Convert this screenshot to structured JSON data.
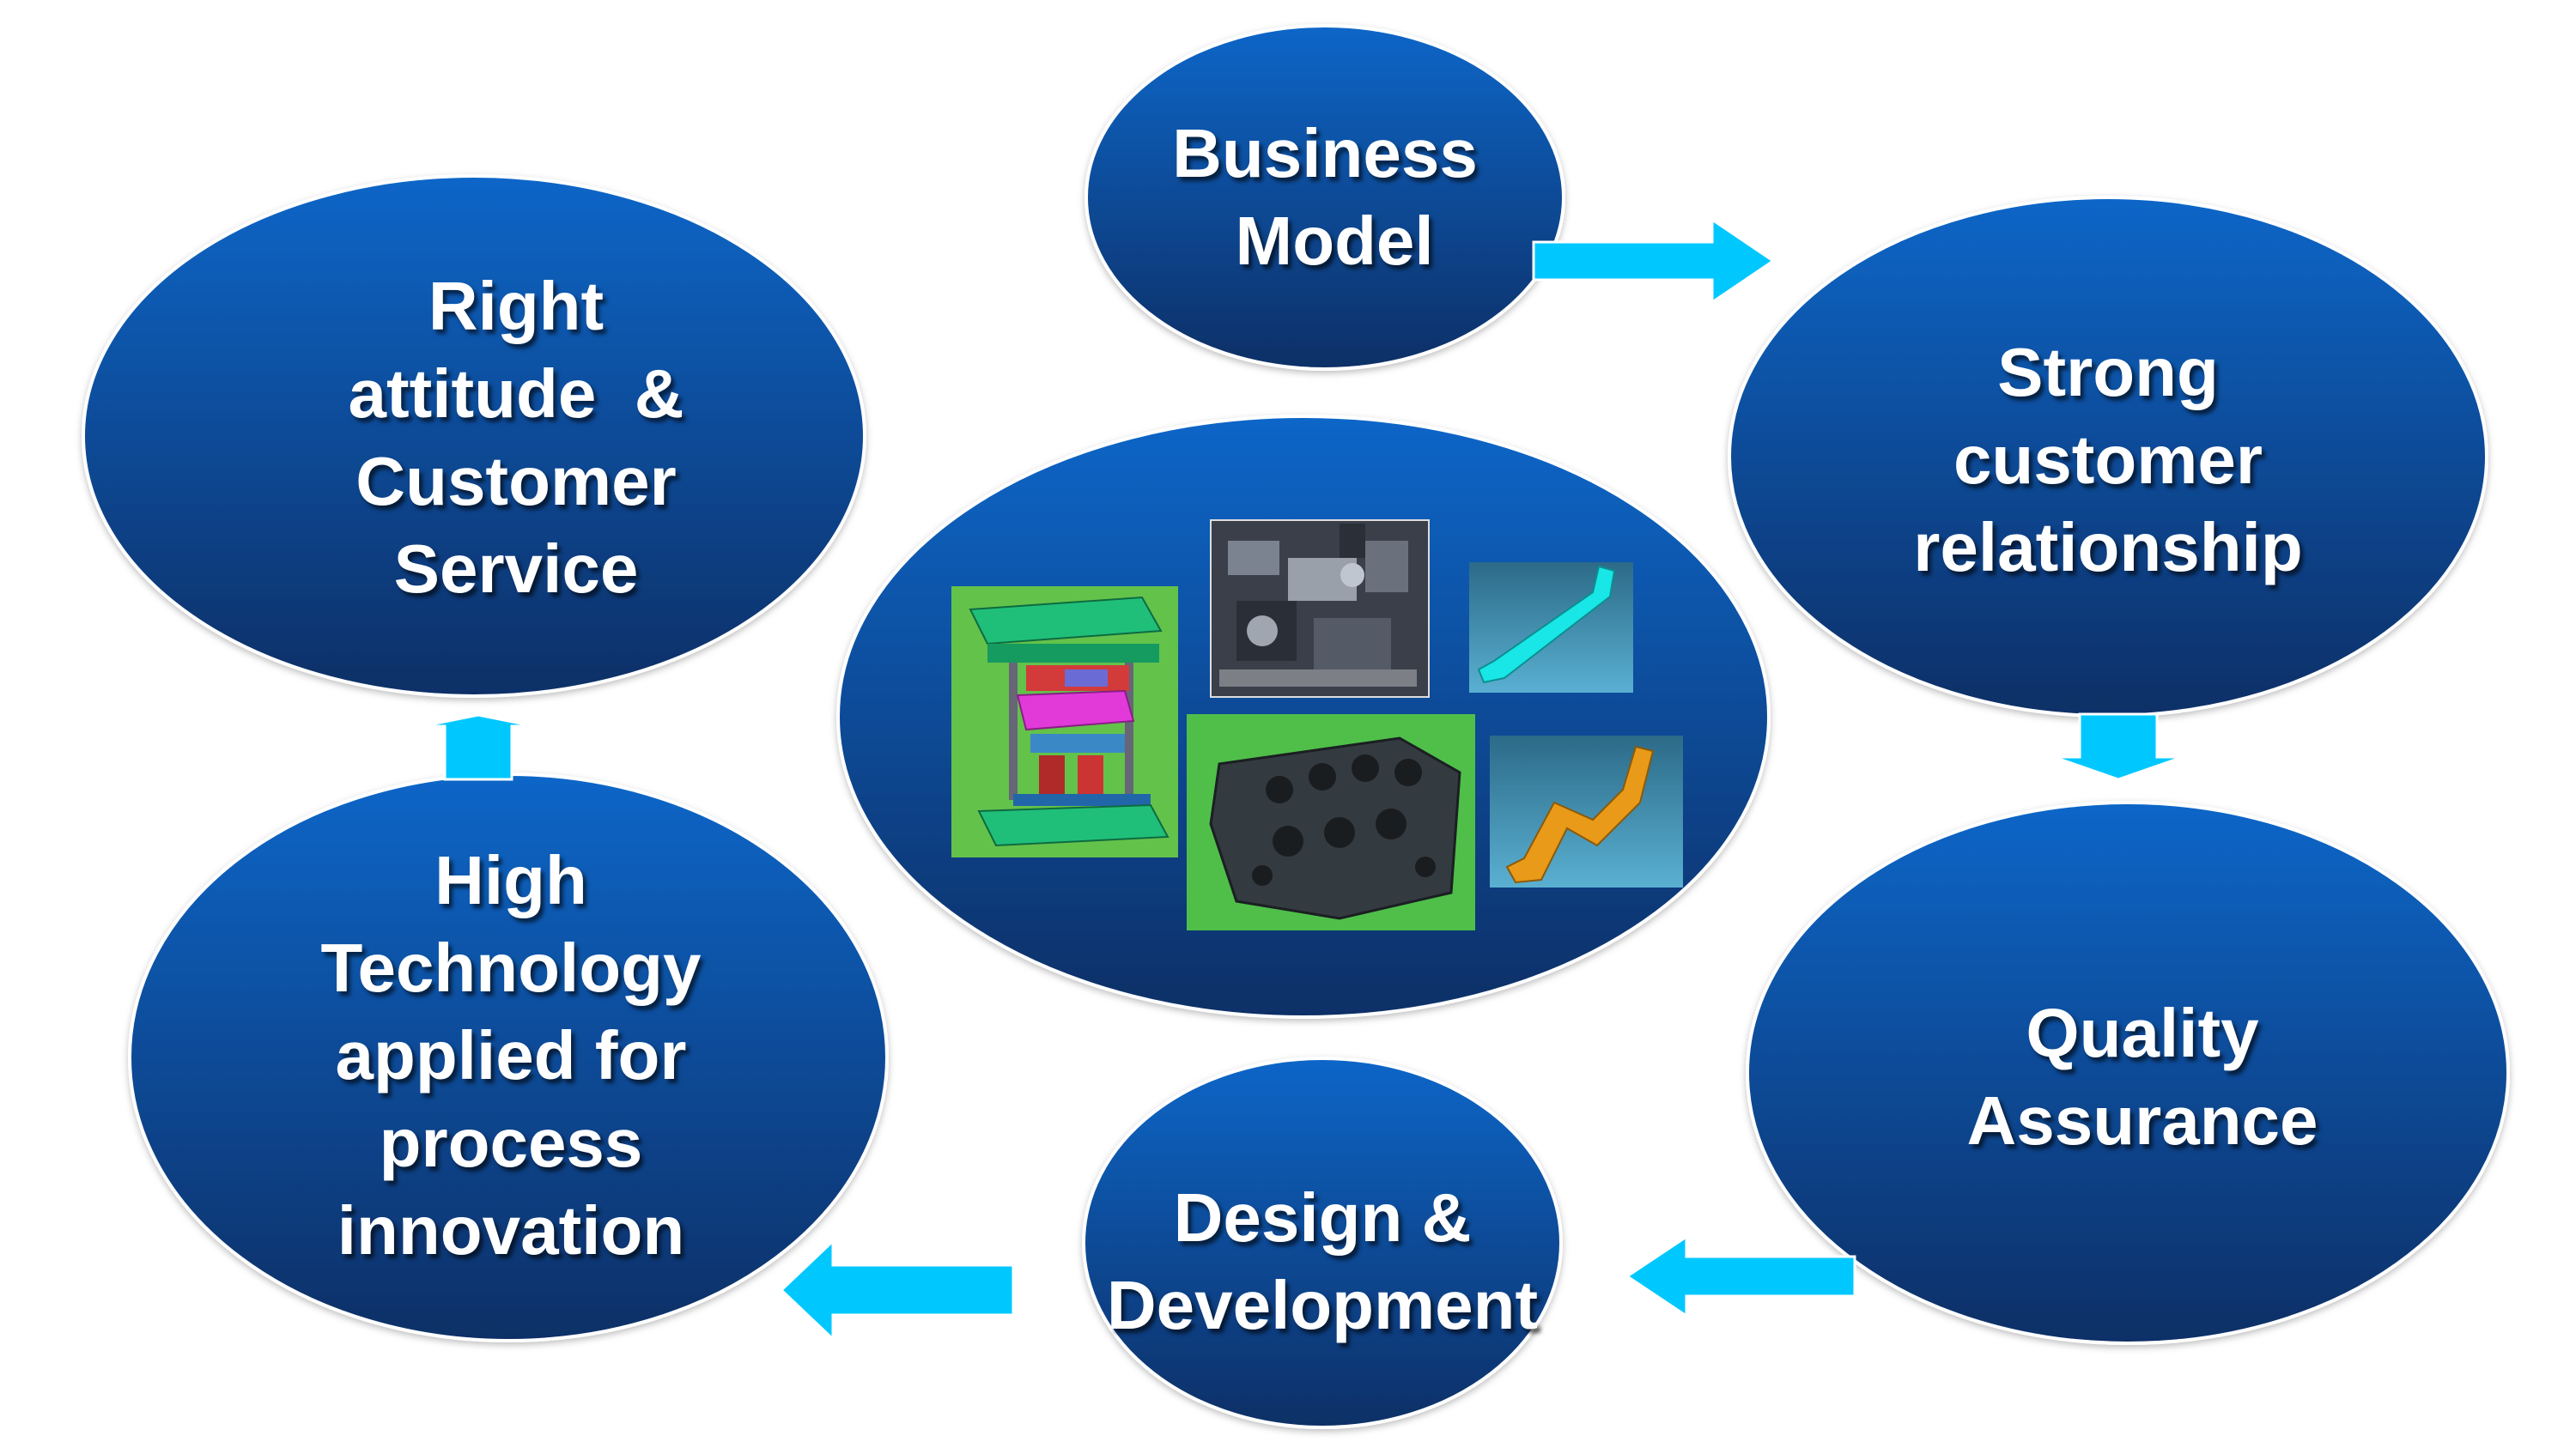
{
  "nodes": [
    {
      "id": "business-model",
      "lines": [
        "Business",
        " Model"
      ]
    },
    {
      "id": "strong-customer-relationship",
      "lines": [
        "Strong",
        "customer",
        "relationship"
      ]
    },
    {
      "id": "quality-assurance",
      "lines": [
        "Quality",
        "Assurance"
      ]
    },
    {
      "id": "design-development",
      "lines": [
        "Design &",
        "Development"
      ]
    },
    {
      "id": "high-technology",
      "lines": [
        "High",
        "Technology",
        "applied for",
        "process",
        "innovation"
      ]
    },
    {
      "id": "right-attitude",
      "lines": [
        "Right",
        "attitude  &",
        "Customer",
        "Service"
      ]
    }
  ],
  "center_images": [
    {
      "id": "die-assembly-exploded",
      "icon": "die-assembly-render"
    },
    {
      "id": "fixture-photo",
      "icon": "fixture-photo"
    },
    {
      "id": "bracket-part-cyan",
      "icon": "bracket-render"
    },
    {
      "id": "die-plate-render",
      "icon": "die-plate-render"
    },
    {
      "id": "bracket-part-orange",
      "icon": "bracket-render"
    }
  ],
  "colors": {
    "ellipse_top": "#0a66c8",
    "ellipse_bottom": "#0b2f66",
    "arrow": "#00c8ff",
    "text": "#ffffff"
  }
}
